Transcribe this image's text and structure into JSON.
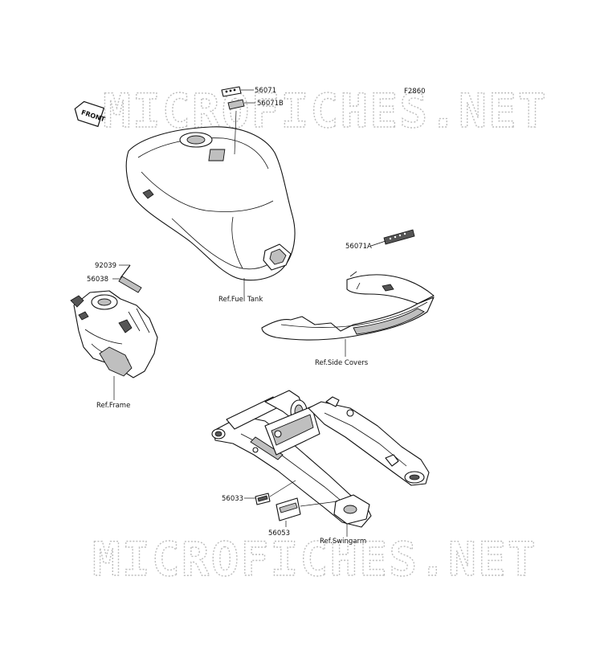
{
  "diagram": {
    "figure_code": "F2860",
    "watermark": "MICROFICHES.NET",
    "front_badge": "FRONT",
    "parts": [
      {
        "number": "56071"
      },
      {
        "number": "56071B"
      },
      {
        "number": "56071A"
      },
      {
        "number": "92039"
      },
      {
        "number": "56038"
      },
      {
        "number": "56033"
      },
      {
        "number": "56053"
      }
    ],
    "references": [
      {
        "text": "Ref.Fuel Tank"
      },
      {
        "text": "Ref.Side Covers"
      },
      {
        "text": "Ref.Frame"
      },
      {
        "text": "Ref.Swingarm"
      }
    ]
  }
}
